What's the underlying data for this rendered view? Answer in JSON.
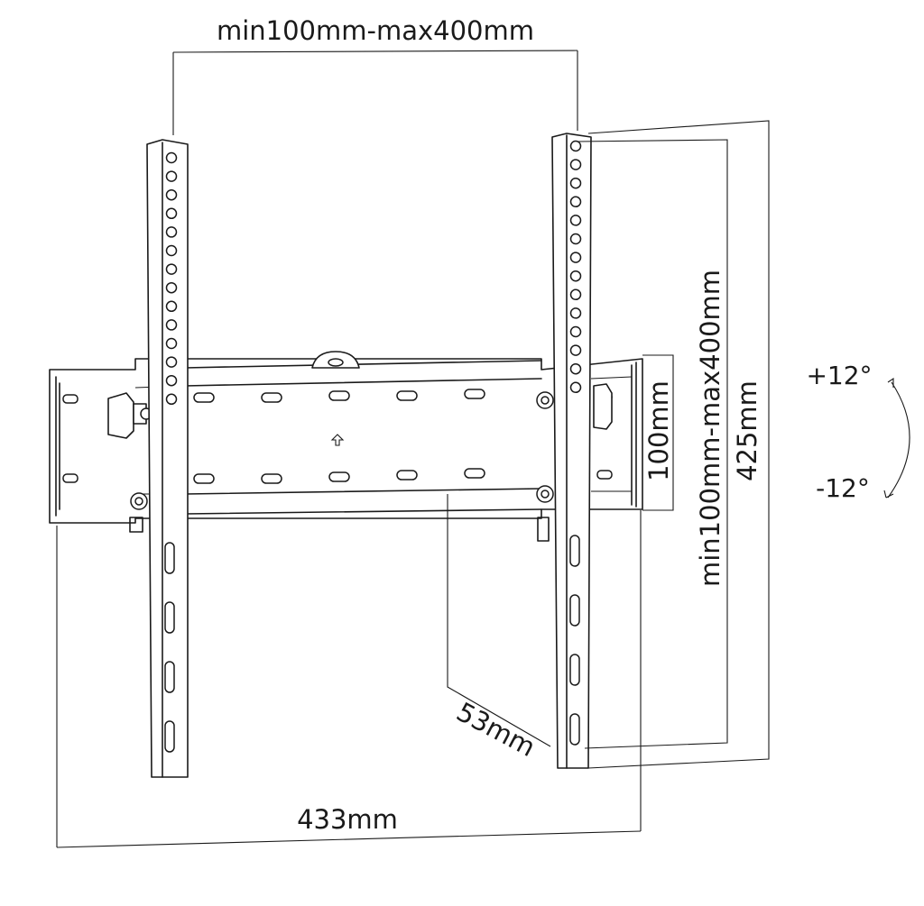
{
  "dimensions": {
    "top_width": "min100mm-max400mm",
    "height_range": "min100mm-max400mm",
    "height_total": "425mm",
    "bracket_height": "100mm",
    "depth": "53mm",
    "width_total": "433mm"
  },
  "tilt": {
    "up": "+12°",
    "down": "-12°"
  },
  "colors": {
    "line": "#1a1a1a",
    "background": "#ffffff"
  }
}
